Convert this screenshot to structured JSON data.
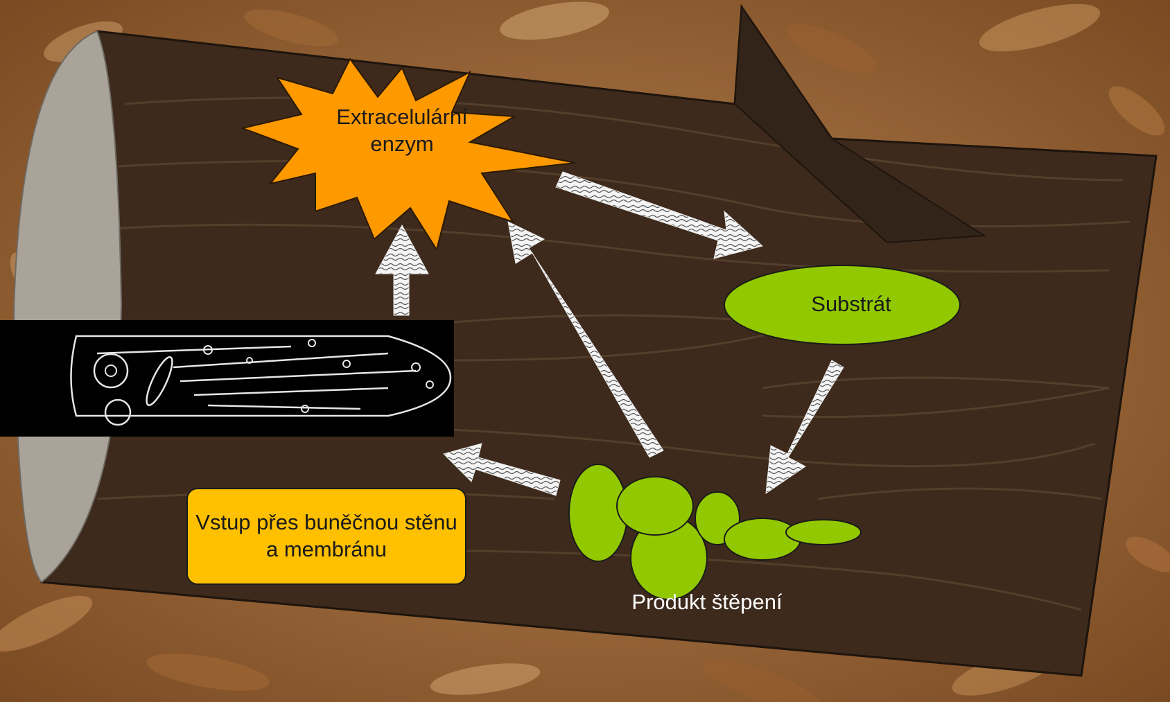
{
  "labels": {
    "enzyme": "Extracelulární enzym",
    "substrate": "Substrát",
    "product": "Produkt štěpení",
    "entry": "Vstup přes buněčnou stěnu a membránu"
  },
  "colors": {
    "leaf_litter": "#8a5a30",
    "log_wood": "#3d2a1c",
    "log_end": "#a9a39a",
    "enzyme_star": "#ff9900",
    "substrate_green": "#92c800",
    "entry_box": "#ffc000",
    "arrow_fill": "#f2f2f2",
    "cell_background": "#000000",
    "cell_outline": "#e6e6e6"
  }
}
